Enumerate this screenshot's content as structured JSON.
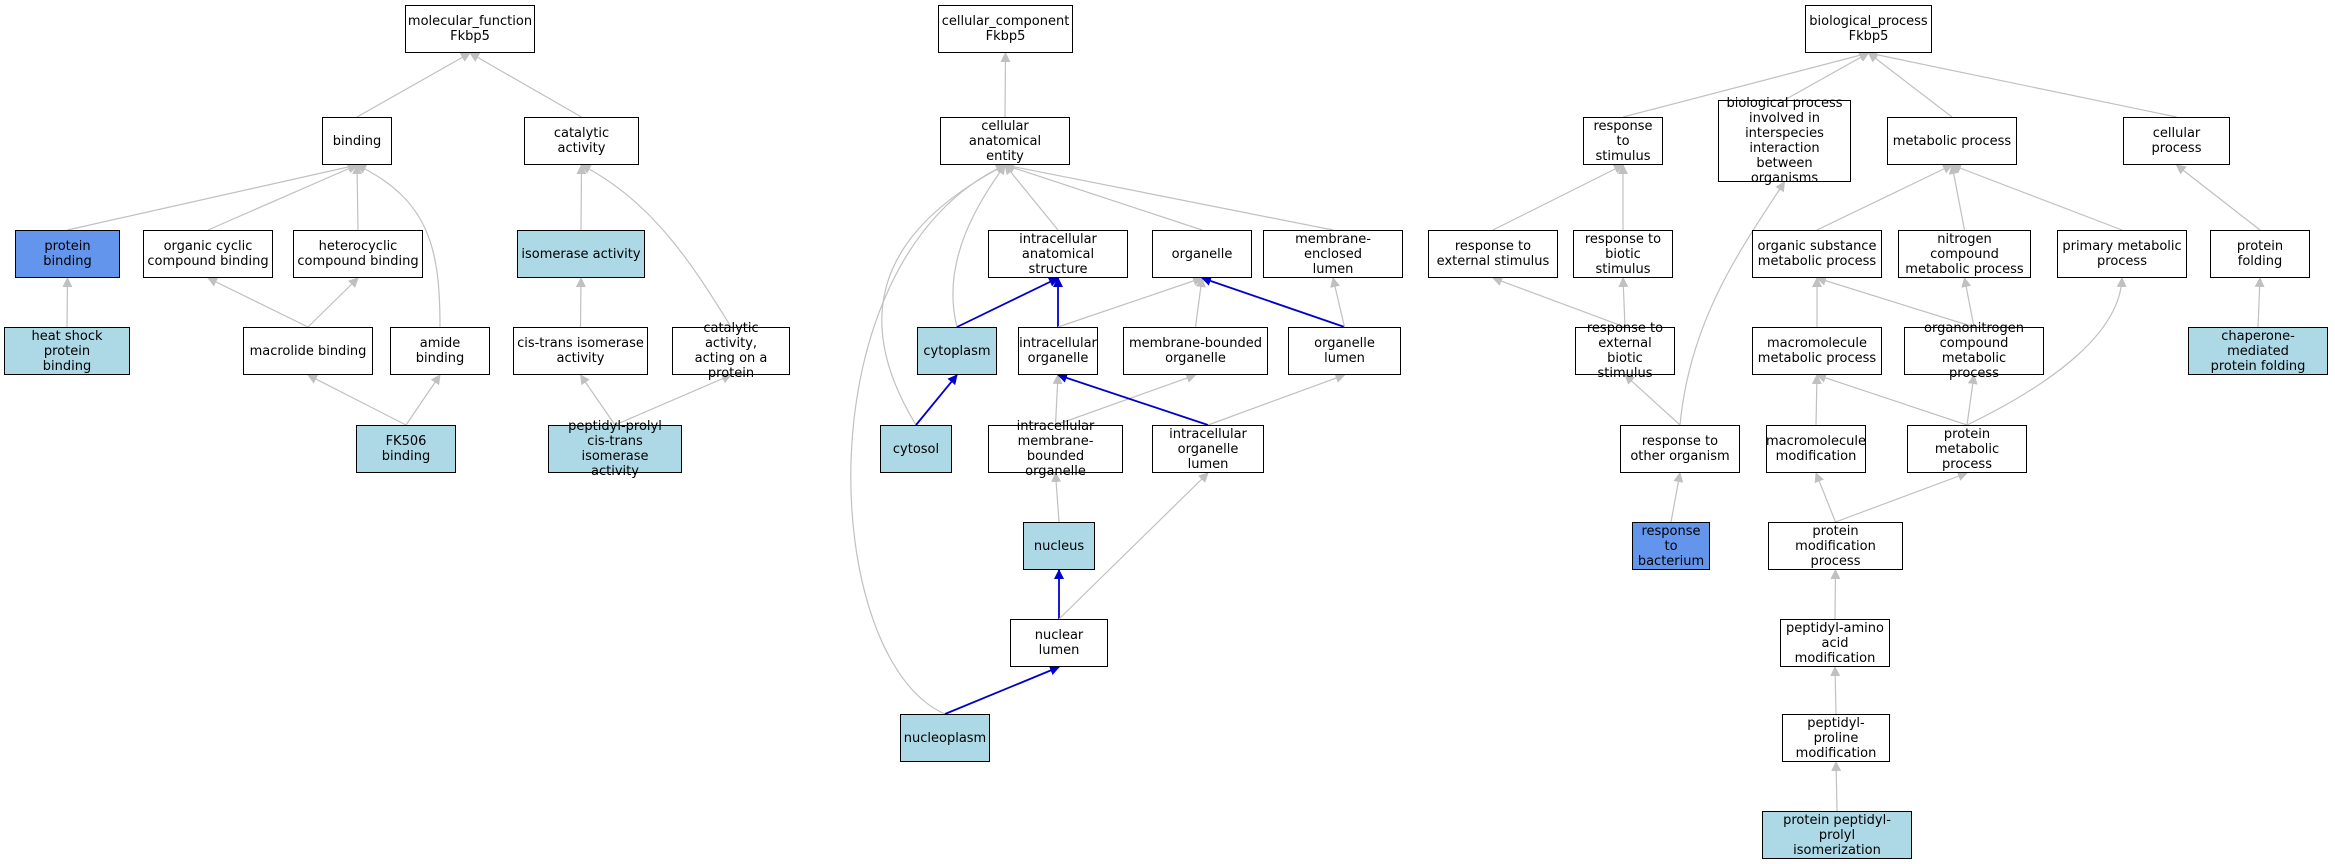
{
  "colors": {
    "background": "#ffffff",
    "border": "#000000",
    "plain": "#ffffff",
    "query": "#6495ed",
    "annotated": "#add8e6",
    "edge_gray": "#c0c0c0",
    "edge_blue": "#0000cd"
  },
  "nodes": [
    {
      "id": "mf",
      "label": "molecular_function\nFkbp5",
      "kind": "plain"
    },
    {
      "id": "binding",
      "label": "binding",
      "kind": "plain"
    },
    {
      "id": "catalytic",
      "label": "catalytic activity",
      "kind": "plain"
    },
    {
      "id": "protein_binding",
      "label": "protein binding",
      "kind": "query"
    },
    {
      "id": "organic_cyclic",
      "label": "organic cyclic\ncompound binding",
      "kind": "plain"
    },
    {
      "id": "heterocyclic",
      "label": "heterocyclic\ncompound binding",
      "kind": "plain"
    },
    {
      "id": "isomerase",
      "label": "isomerase activity",
      "kind": "annot"
    },
    {
      "id": "hsp_binding",
      "label": "heat shock protein\nbinding",
      "kind": "annot"
    },
    {
      "id": "macrolide",
      "label": "macrolide binding",
      "kind": "plain"
    },
    {
      "id": "amide",
      "label": "amide binding",
      "kind": "plain"
    },
    {
      "id": "cistrans",
      "label": "cis-trans isomerase\nactivity",
      "kind": "plain"
    },
    {
      "id": "cat_protein",
      "label": "catalytic activity,\nacting on a\nprotein",
      "kind": "plain"
    },
    {
      "id": "fk506",
      "label": "FK506 binding",
      "kind": "annot"
    },
    {
      "id": "ppiase",
      "label": "peptidyl-prolyl\ncis-trans isomerase\nactivity",
      "kind": "annot"
    },
    {
      "id": "cc",
      "label": "cellular_component\nFkbp5",
      "kind": "plain"
    },
    {
      "id": "cae",
      "label": "cellular anatomical\nentity",
      "kind": "plain"
    },
    {
      "id": "ias",
      "label": "intracellular\nanatomical structure",
      "kind": "plain"
    },
    {
      "id": "organelle",
      "label": "organelle",
      "kind": "plain"
    },
    {
      "id": "mel",
      "label": "membrane-enclosed\nlumen",
      "kind": "plain"
    },
    {
      "id": "cytoplasm",
      "label": "cytoplasm",
      "kind": "annot"
    },
    {
      "id": "io",
      "label": "intracellular\norganelle",
      "kind": "plain"
    },
    {
      "id": "mbo",
      "label": "membrane-bounded\norganelle",
      "kind": "plain"
    },
    {
      "id": "ol",
      "label": "organelle lumen",
      "kind": "plain"
    },
    {
      "id": "cytosol",
      "label": "cytosol",
      "kind": "annot"
    },
    {
      "id": "imbo",
      "label": "intracellular\nmembrane-bounded\norganelle",
      "kind": "plain"
    },
    {
      "id": "iol",
      "label": "intracellular\norganelle lumen",
      "kind": "plain"
    },
    {
      "id": "nucleus",
      "label": "nucleus",
      "kind": "annot"
    },
    {
      "id": "nl",
      "label": "nuclear lumen",
      "kind": "plain"
    },
    {
      "id": "nucleoplasm",
      "label": "nucleoplasm",
      "kind": "annot"
    },
    {
      "id": "bp",
      "label": "biological_process\nFkbp5",
      "kind": "plain"
    },
    {
      "id": "rts",
      "label": "response to\nstimulus",
      "kind": "plain"
    },
    {
      "id": "bpii",
      "label": "biological process\ninvolved in\ninterspecies\ninteraction\nbetween organisms",
      "kind": "plain"
    },
    {
      "id": "mp",
      "label": "metabolic process",
      "kind": "plain"
    },
    {
      "id": "cp",
      "label": "cellular process",
      "kind": "plain"
    },
    {
      "id": "rtes",
      "label": "response to\nexternal stimulus",
      "kind": "plain"
    },
    {
      "id": "rtbs",
      "label": "response to\nbiotic stimulus",
      "kind": "plain"
    },
    {
      "id": "osmp",
      "label": "organic substance\nmetabolic process",
      "kind": "plain"
    },
    {
      "id": "ncmp",
      "label": "nitrogen compound\nmetabolic process",
      "kind": "plain"
    },
    {
      "id": "pmp",
      "label": "primary metabolic\nprocess",
      "kind": "plain"
    },
    {
      "id": "pf",
      "label": "protein folding",
      "kind": "plain"
    },
    {
      "id": "rtebs",
      "label": "response to\nexternal biotic\nstimulus",
      "kind": "plain"
    },
    {
      "id": "mmp",
      "label": "macromolecule\nmetabolic process",
      "kind": "plain"
    },
    {
      "id": "oncmp",
      "label": "organonitrogen\ncompound metabolic\nprocess",
      "kind": "plain"
    },
    {
      "id": "cmpf",
      "label": "chaperone-mediated\nprotein folding",
      "kind": "annot"
    },
    {
      "id": "rtoo",
      "label": "response to\nother organism",
      "kind": "plain"
    },
    {
      "id": "mm",
      "label": "macromolecule\nmodification",
      "kind": "plain"
    },
    {
      "id": "protmp",
      "label": "protein metabolic\nprocess",
      "kind": "plain"
    },
    {
      "id": "rtb",
      "label": "response to\nbacterium",
      "kind": "query"
    },
    {
      "id": "pmodp",
      "label": "protein modification\nprocess",
      "kind": "plain"
    },
    {
      "id": "pam",
      "label": "peptidyl-amino\nacid modification",
      "kind": "plain"
    },
    {
      "id": "ppm",
      "label": "peptidyl-proline\nmodification",
      "kind": "plain"
    },
    {
      "id": "ppi",
      "label": "protein peptidyl-prolyl\nisomerization",
      "kind": "annot"
    }
  ],
  "edges": [
    {
      "from": "binding",
      "to": "mf",
      "color": "gray"
    },
    {
      "from": "catalytic",
      "to": "mf",
      "color": "gray"
    },
    {
      "from": "protein_binding",
      "to": "binding",
      "color": "gray"
    },
    {
      "from": "organic_cyclic",
      "to": "binding",
      "color": "gray"
    },
    {
      "from": "heterocyclic",
      "to": "binding",
      "color": "gray"
    },
    {
      "from": "amide",
      "to": "binding",
      "color": "gray"
    },
    {
      "from": "hsp_binding",
      "to": "protein_binding",
      "color": "gray"
    },
    {
      "from": "macrolide",
      "to": "organic_cyclic",
      "color": "gray"
    },
    {
      "from": "macrolide",
      "to": "heterocyclic",
      "color": "gray"
    },
    {
      "from": "fk506",
      "to": "macrolide",
      "color": "gray"
    },
    {
      "from": "fk506",
      "to": "amide",
      "color": "gray"
    },
    {
      "from": "isomerase",
      "to": "catalytic",
      "color": "gray"
    },
    {
      "from": "cat_protein",
      "to": "catalytic",
      "color": "gray"
    },
    {
      "from": "cistrans",
      "to": "isomerase",
      "color": "gray"
    },
    {
      "from": "ppiase",
      "to": "cistrans",
      "color": "gray"
    },
    {
      "from": "ppiase",
      "to": "cat_protein",
      "color": "gray"
    },
    {
      "from": "cae",
      "to": "cc",
      "color": "gray"
    },
    {
      "from": "ias",
      "to": "cae",
      "color": "gray"
    },
    {
      "from": "organelle",
      "to": "cae",
      "color": "gray"
    },
    {
      "from": "mel",
      "to": "cae",
      "color": "gray"
    },
    {
      "from": "cytoplasm",
      "to": "cae",
      "color": "gray"
    },
    {
      "from": "cytosol",
      "to": "cae",
      "color": "gray"
    },
    {
      "from": "nucleoplasm",
      "to": "cae",
      "color": "gray"
    },
    {
      "from": "cytoplasm",
      "to": "ias",
      "color": "blue"
    },
    {
      "from": "io",
      "to": "ias",
      "color": "blue"
    },
    {
      "from": "io",
      "to": "organelle",
      "color": "gray"
    },
    {
      "from": "mbo",
      "to": "organelle",
      "color": "gray"
    },
    {
      "from": "ol",
      "to": "organelle",
      "color": "blue"
    },
    {
      "from": "ol",
      "to": "mel",
      "color": "gray"
    },
    {
      "from": "cytosol",
      "to": "cytoplasm",
      "color": "blue"
    },
    {
      "from": "imbo",
      "to": "io",
      "color": "gray"
    },
    {
      "from": "imbo",
      "to": "mbo",
      "color": "gray"
    },
    {
      "from": "iol",
      "to": "io",
      "color": "blue"
    },
    {
      "from": "iol",
      "to": "ol",
      "color": "gray"
    },
    {
      "from": "nucleus",
      "to": "imbo",
      "color": "gray"
    },
    {
      "from": "nl",
      "to": "nucleus",
      "color": "blue"
    },
    {
      "from": "nl",
      "to": "iol",
      "color": "gray"
    },
    {
      "from": "nucleoplasm",
      "to": "nl",
      "color": "blue"
    },
    {
      "from": "rts",
      "to": "bp",
      "color": "gray"
    },
    {
      "from": "bpii",
      "to": "bp",
      "color": "gray"
    },
    {
      "from": "mp",
      "to": "bp",
      "color": "gray"
    },
    {
      "from": "cp",
      "to": "bp",
      "color": "gray"
    },
    {
      "from": "rtes",
      "to": "rts",
      "color": "gray"
    },
    {
      "from": "rtbs",
      "to": "rts",
      "color": "gray"
    },
    {
      "from": "rtebs",
      "to": "rtes",
      "color": "gray"
    },
    {
      "from": "rtebs",
      "to": "rtbs",
      "color": "gray"
    },
    {
      "from": "rtoo",
      "to": "rtebs",
      "color": "gray"
    },
    {
      "from": "rtoo",
      "to": "bpii",
      "color": "gray"
    },
    {
      "from": "rtb",
      "to": "rtoo",
      "color": "gray"
    },
    {
      "from": "osmp",
      "to": "mp",
      "color": "gray"
    },
    {
      "from": "ncmp",
      "to": "mp",
      "color": "gray"
    },
    {
      "from": "pmp",
      "to": "mp",
      "color": "gray"
    },
    {
      "from": "mmp",
      "to": "osmp",
      "color": "gray"
    },
    {
      "from": "oncmp",
      "to": "osmp",
      "color": "gray"
    },
    {
      "from": "oncmp",
      "to": "ncmp",
      "color": "gray"
    },
    {
      "from": "mm",
      "to": "mmp",
      "color": "gray"
    },
    {
      "from": "protmp",
      "to": "mmp",
      "color": "gray"
    },
    {
      "from": "protmp",
      "to": "oncmp",
      "color": "gray"
    },
    {
      "from": "protmp",
      "to": "pmp",
      "color": "gray"
    },
    {
      "from": "pmodp",
      "to": "mm",
      "color": "gray"
    },
    {
      "from": "pmodp",
      "to": "protmp",
      "color": "gray"
    },
    {
      "from": "pam",
      "to": "pmodp",
      "color": "gray"
    },
    {
      "from": "ppm",
      "to": "pam",
      "color": "gray"
    },
    {
      "from": "ppi",
      "to": "ppm",
      "color": "gray"
    },
    {
      "from": "pf",
      "to": "cp",
      "color": "gray"
    },
    {
      "from": "cmpf",
      "to": "pf",
      "color": "gray"
    }
  ]
}
